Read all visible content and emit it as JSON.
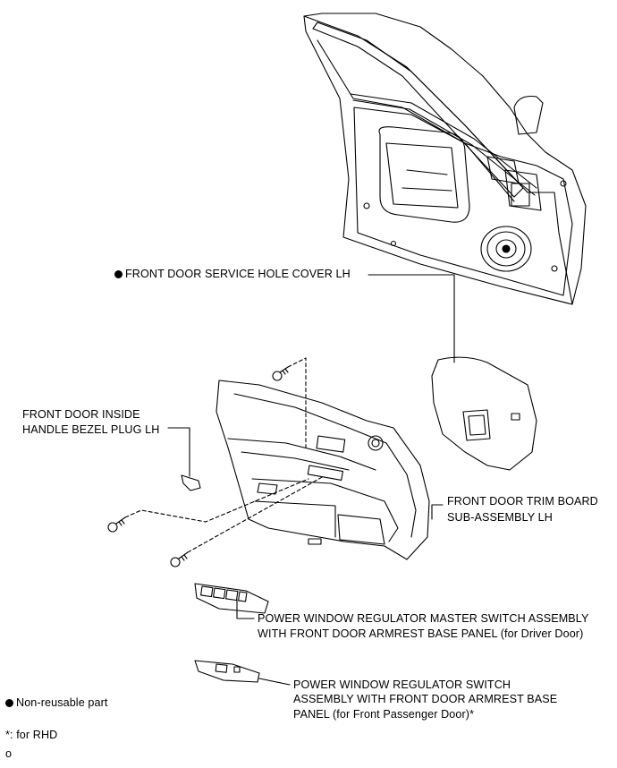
{
  "labels": {
    "service_hole_cover": "FRONT DOOR SERVICE HOLE COVER LH",
    "bezel_plug_line1": "FRONT DOOR INSIDE",
    "bezel_plug_line2": "HANDLE BEZEL PLUG LH",
    "trim_board_line1": "FRONT DOOR TRIM BOARD",
    "trim_board_line2": "SUB-ASSEMBLY LH",
    "master_switch_line1": "POWER WINDOW REGULATOR MASTER SWITCH ASSEMBLY",
    "master_switch_line2": "WITH FRONT DOOR ARMREST BASE PANEL (for Driver Door)",
    "passenger_switch_line1": "POWER WINDOW REGULATOR SWITCH",
    "passenger_switch_line2": "ASSEMBLY WITH FRONT DOOR ARMREST BASE",
    "passenger_switch_line3": "PANEL (for Front Passenger Door)*"
  },
  "legend": {
    "non_reusable": "Non-reusable part",
    "rhd_note": "*: for RHD"
  },
  "figure_code": "o",
  "colors": {
    "line": "#000000",
    "background": "#ffffff",
    "fill_light": "#f2f2f2"
  }
}
